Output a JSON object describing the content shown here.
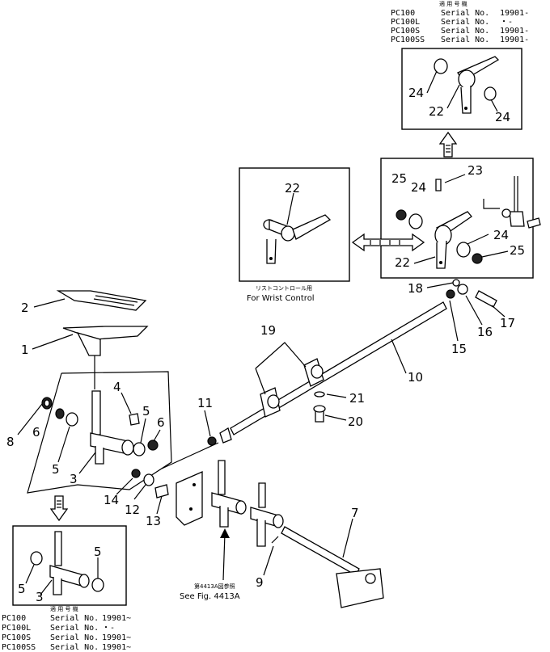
{
  "serial_block_top": {
    "header": "適 用 号 機",
    "rows": [
      {
        "model": "PC100",
        "label": "Serial No.",
        "value": "19901-"
      },
      {
        "model": "PC100L",
        "label": "Serial No.",
        "value": "・-"
      },
      {
        "model": "PC100S",
        "label": "Serial No.",
        "value": "19901-"
      },
      {
        "model": "PC100SS",
        "label": "Serial No.",
        "value": "19901-"
      }
    ]
  },
  "serial_block_bottom": {
    "header": "適 用 号 機",
    "rows": [
      {
        "model": "PC100",
        "label": "Serial No.",
        "value": "19901~"
      },
      {
        "model": "PC100L",
        "label": "Serial No.",
        "value": "・-"
      },
      {
        "model": "PC100S",
        "label": "Serial No.",
        "value": "19901~"
      },
      {
        "model": "PC100SS",
        "label": "Serial No.",
        "value": "19901~"
      }
    ]
  },
  "wrist_caption": {
    "jp": "リストコントロール用",
    "en": "For Wrist Control"
  },
  "see_fig_caption": {
    "jp": "第4413A図参照",
    "en": "See Fig. 4413A"
  },
  "callouts": {
    "p1": "1",
    "p2": "2",
    "p3": "3",
    "p3b": "3",
    "p4": "4",
    "p5a": "5",
    "p5b": "5",
    "p5c": "5",
    "p5d": "5",
    "p6a": "6",
    "p6b": "6",
    "p7": "7",
    "p8": "8",
    "p9": "9",
    "p10": "10",
    "p11": "11",
    "p12": "12",
    "p13": "13",
    "p14": "14",
    "p15": "15",
    "p16": "16",
    "p17": "17",
    "p18": "18",
    "p19": "19",
    "p20": "20",
    "p21": "21",
    "p22a": "22",
    "p22b": "22",
    "p22c": "22",
    "p23": "23",
    "p24a": "24",
    "p24b": "24",
    "p24c": "24",
    "p24d": "24",
    "p25a": "25",
    "p25b": "25"
  }
}
